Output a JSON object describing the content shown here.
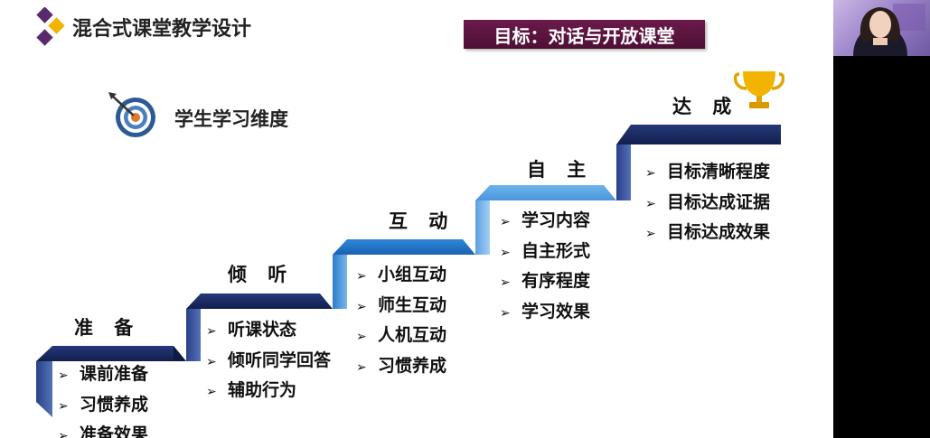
{
  "header": {
    "title": "混合式课堂教学设计",
    "goal": "目标：对话与开放课堂"
  },
  "dimension_label": "学生学习维度",
  "list_marker": "➢",
  "stages": [
    {
      "name": "准 备",
      "items": [
        "课前准备",
        "习惯养成",
        "准备效果"
      ]
    },
    {
      "name": "倾 听",
      "items": [
        "听课状态",
        "倾听同学回答",
        "辅助行为"
      ]
    },
    {
      "name": "互 动",
      "items": [
        "小组互动",
        "师生互动",
        "人机互动",
        "习惯养成"
      ]
    },
    {
      "name": "自 主",
      "items": [
        "学习内容",
        "自主形式",
        "有序程度",
        "学习效果"
      ]
    },
    {
      "name": "达 成",
      "items": [
        "目标清晰程度",
        "目标达成证据",
        "目标达成效果"
      ]
    }
  ],
  "colors": {
    "navy": "#17285e",
    "blue": "#1f73c6",
    "light_blue": "#5aa6e6",
    "goal_bg": "#5a1440",
    "logo_purple": "#5b2a6e",
    "logo_yellow": "#f2b400"
  },
  "icons": [
    "logo-diamond-icon",
    "target-arrow-icon",
    "trophy-icon"
  ]
}
